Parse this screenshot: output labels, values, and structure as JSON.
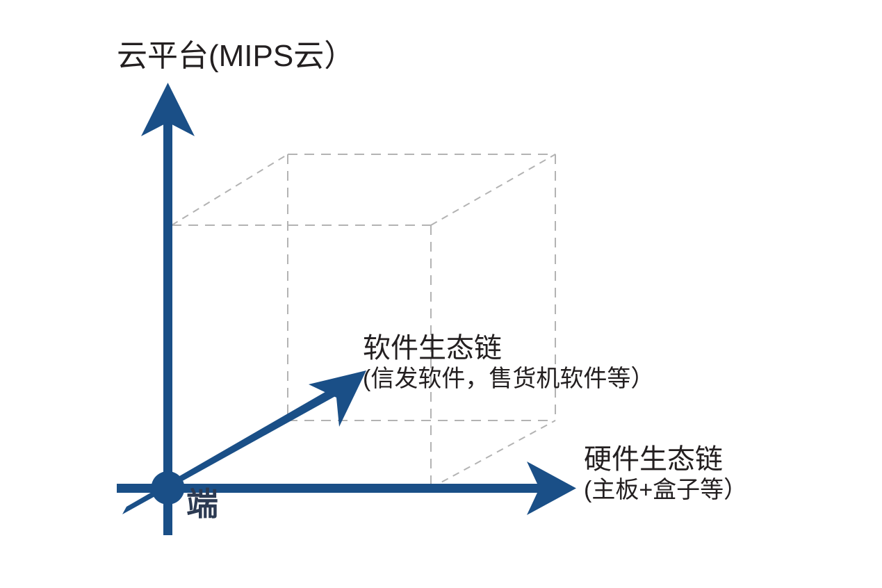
{
  "diagram": {
    "title_axis_y": "云平台(MIPS云）",
    "origin_label": "端",
    "axis_x": {
      "name": "硬件生态链",
      "detail": "(主板+盒子等）"
    },
    "axis_z": {
      "name": "软件生态链",
      "detail": "(信发软件，售货机软件等）"
    },
    "colors": {
      "axis_blue": "#1a4f87",
      "text_black": "#231f20",
      "origin_text": "#2c3a52",
      "cube_dashed": "#b3b3b3",
      "background": "#ffffff"
    }
  }
}
